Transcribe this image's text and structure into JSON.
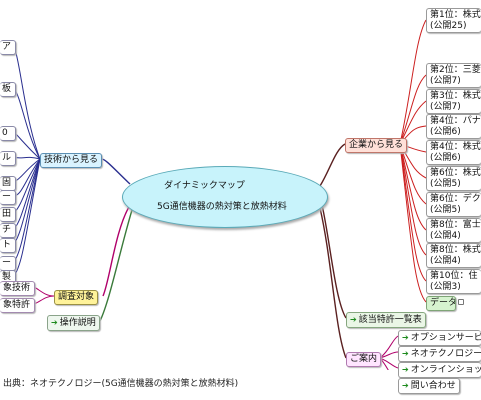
{
  "center": {
    "line1": "ダイナミックマップ",
    "line2": "5G通信機器の熱対策と放熱材料"
  },
  "left": {
    "tech": "技術から見る",
    "target": "調査対象",
    "ops": "操作説明",
    "tech_leaves": [
      "ア",
      "板",
      "0",
      "ル",
      "固",
      "ー",
      "田",
      "チ",
      "ト",
      "ー",
      "製"
    ],
    "target_leaves": [
      "象技術",
      "象特許"
    ]
  },
  "right": {
    "enterprise": "企業から見る",
    "ranking": [
      {
        "line1": "第1位：株式",
        "line2": "(公開25)"
      },
      {
        "line1": "第2位：三菱",
        "line2": "(公開7)"
      },
      {
        "line1": "第3位：株式",
        "line2": "(公開7)"
      },
      {
        "line1": "第4位：パナ",
        "line2": "(公開6)"
      },
      {
        "line1": "第4位：株式",
        "line2": "(公開6)"
      },
      {
        "line1": "第6位：株式",
        "line2": "(公開5)"
      },
      {
        "line1": "第6位：デク",
        "line2": "(公開5)"
      },
      {
        "line1": "第8位：富士",
        "line2": "(公開4)"
      },
      {
        "line1": "第8位：株式",
        "line2": "(公開4)"
      },
      {
        "line1": "第10位：住",
        "line2": "(公開3)"
      }
    ],
    "data": "データ",
    "patent_list": "該当特許一覧表",
    "guide": "ご案内",
    "guide_items": [
      "オプションサービ",
      "ネオテクノロジー",
      "オンラインショッ",
      "問い合わせ"
    ]
  },
  "caption": "出典：ネオテクノロジー(5G通信機器の熱対策と放熱材料)",
  "colors": {
    "tech_branch": "#2a2f8f",
    "ops_branch": "#3a7a3a",
    "target_branch": "#b0006a",
    "right_branch": "#5a2020",
    "enterprise_leaf": "#cc1f1f",
    "guide_leaf": "#b0006a",
    "center_fill": "#c8f3fb"
  }
}
